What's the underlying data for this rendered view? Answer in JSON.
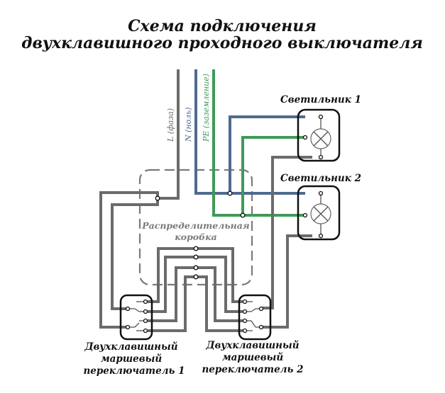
{
  "title": {
    "line1": "Схема подключения",
    "line2": "двухклавишного проходного выключателя"
  },
  "wires": {
    "phase": "L (фаза)",
    "neutral": "N (ноль)",
    "ground": "PE (заземление)"
  },
  "lamps": [
    {
      "label": "Светильник 1"
    },
    {
      "label": "Светильник 2"
    }
  ],
  "junction_box": {
    "line1": "Распределительная",
    "line2": "коробка"
  },
  "switches": [
    {
      "line1": "Двухклавишный",
      "line2": "маршевый",
      "line3": "переключатель 1"
    },
    {
      "line1": "Двухклавишный",
      "line2": "маршевый",
      "line3": "переключатель 2"
    }
  ],
  "colors": {
    "phase": "#6b6b6b",
    "neutral": "#4f6a8f",
    "ground": "#3f9a58"
  }
}
